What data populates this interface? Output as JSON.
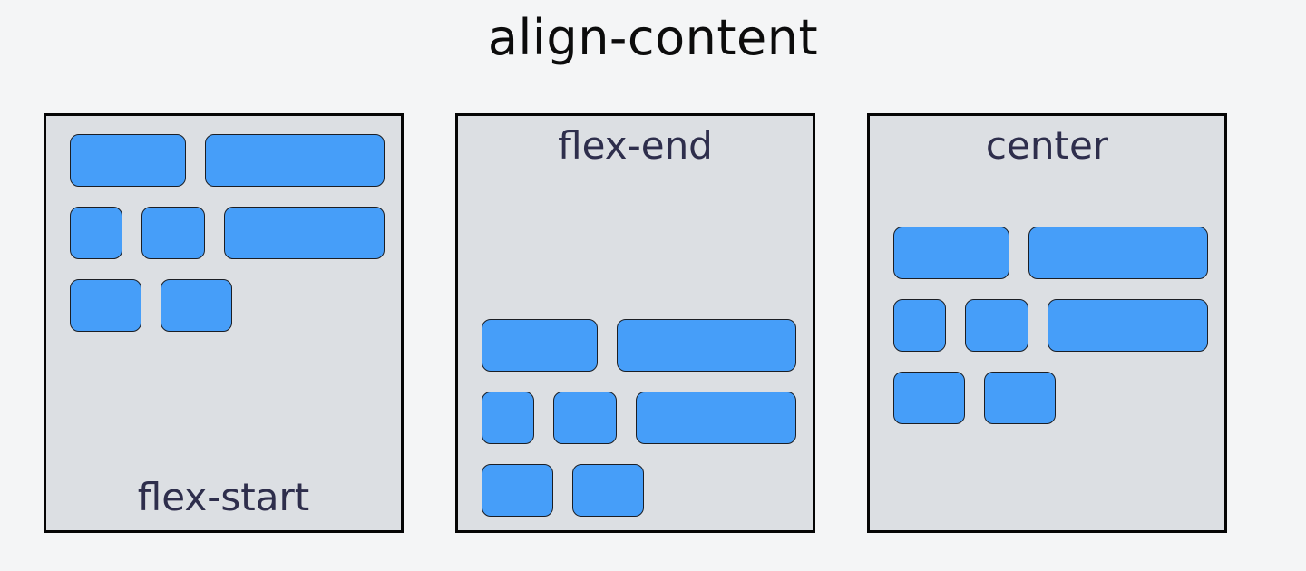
{
  "title": "align-content",
  "panels": [
    {
      "label": "flex-start",
      "value": "flex-start",
      "label_position": "bottom"
    },
    {
      "label": "flex-end",
      "value": "flex-end",
      "label_position": "top"
    },
    {
      "label": "center",
      "value": "center",
      "label_position": "top"
    }
  ],
  "block_rows": [
    [
      128,
      198
    ],
    [
      58,
      70,
      177
    ],
    [
      79,
      79
    ]
  ],
  "block_height": 58,
  "colors": {
    "page_bg": "#f4f5f6",
    "panel_bg": "#dcdfe3",
    "panel_border": "#050505",
    "block_fill": "#469ef9",
    "block_border": "#1b1e24",
    "label_color": "#2e2e4c",
    "title_color": "#0c0c0c"
  }
}
